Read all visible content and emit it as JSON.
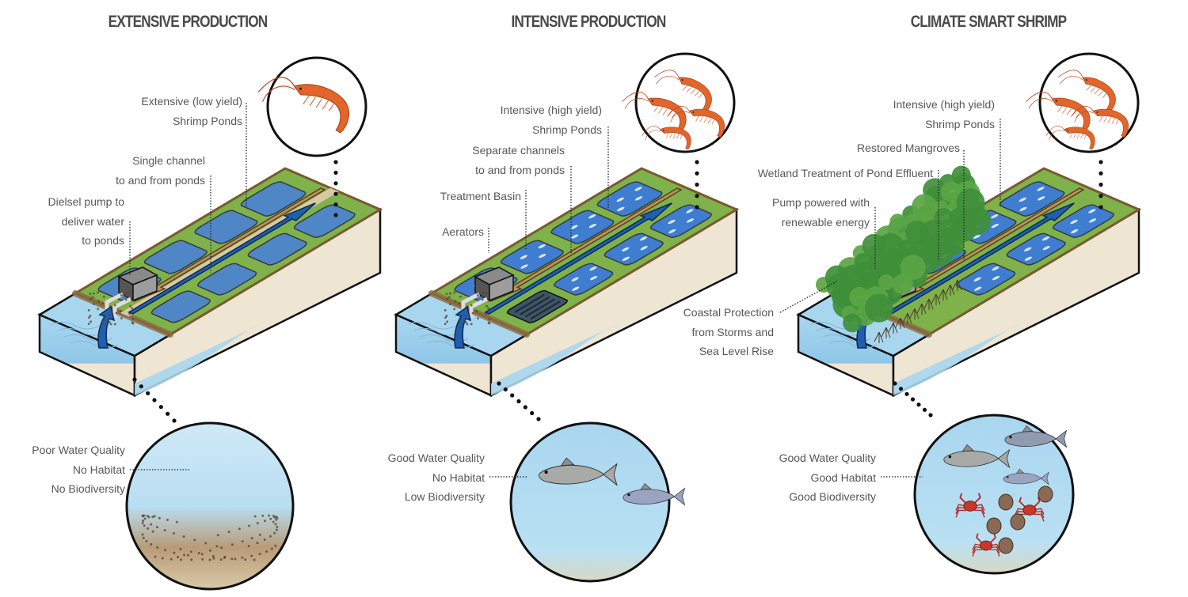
{
  "panels": [
    {
      "title": "EXTENSIVE PRODUCTION",
      "labels": {
        "ponds": [
          "Extensive (low yield)",
          "Shrimp Ponds"
        ],
        "channel": [
          "Single channel",
          "to and from ponds"
        ],
        "pump": [
          "Dielsel pump to",
          "deliver water",
          "to ponds"
        ],
        "outcome": [
          "Poor Water Quality",
          "No Habitat",
          "No Biodiversity"
        ]
      }
    },
    {
      "title": "INTENSIVE PRODUCTION",
      "labels": {
        "ponds": [
          "Intensive (high yield)",
          "Shrimp Ponds"
        ],
        "channel": [
          "Separate channels",
          "to and from ponds"
        ],
        "basin": [
          "Treatment Basin"
        ],
        "aerators": [
          "Aerators"
        ],
        "outcome": [
          "Good Water Quality",
          "No Habitat",
          "Low Biodiversity"
        ]
      }
    },
    {
      "title": "CLIMATE SMART SHRIMP",
      "labels": {
        "ponds": [
          "Intensive (high yield)",
          "Shrimp Ponds"
        ],
        "mangroves": [
          "Restored Mangroves"
        ],
        "wetland": [
          "Wetland Treatment of Pond Effluent"
        ],
        "pump": [
          "Pump powered with",
          "renewable energy"
        ],
        "coastal": [
          "Coastal Protection",
          "from Storms and",
          "Sea Level Rise"
        ],
        "outcome": [
          "Good Water Quality",
          "Good Habitat",
          "Good Biodiversity"
        ]
      }
    }
  ],
  "colors": {
    "water": "#a9d6ef",
    "pond": "#4f86c6",
    "land": "#7fb24a",
    "sand": "#efe5d3",
    "arrow_in": "#1f5fae",
    "arrow_out": "#b8935e",
    "shrimp": "#e2662b",
    "mangrove": "#3f8f3a",
    "title": "#4a4a4a",
    "label": "#575757"
  }
}
